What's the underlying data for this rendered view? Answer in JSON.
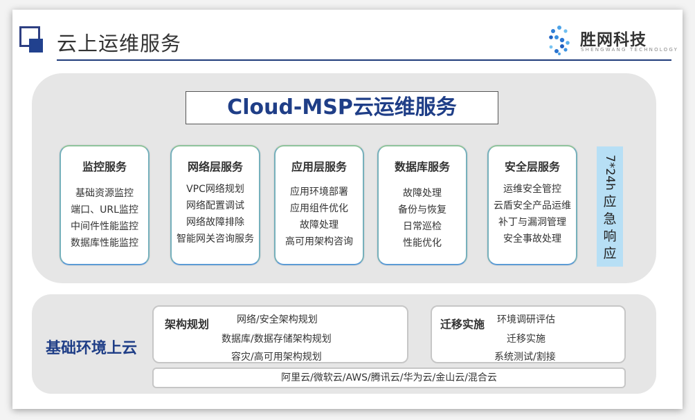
{
  "header": {
    "title": "云上运维服务",
    "logo_name": "胜网科技",
    "logo_subtitle": "SHENGWANG TECHNOLOGY",
    "accent_color": "#1f3e87"
  },
  "top": {
    "banner": "Cloud-MSP云运维服务",
    "services": [
      {
        "title": "监控服务",
        "items": [
          "基础资源监控",
          "端口、URL监控",
          "中间件性能监控",
          "数据库性能监控"
        ]
      },
      {
        "title": "网络层服务",
        "items": [
          "VPC网络规划",
          "网络配置调试",
          "网络故障排除",
          "智能网关咨询服务"
        ]
      },
      {
        "title": "应用层服务",
        "items": [
          "应用环境部署",
          "应用组件优化",
          "故障处理",
          "高可用架构咨询"
        ]
      },
      {
        "title": "数据库服务",
        "items": [
          "故障处理",
          "备份与恢复",
          "日常巡检",
          "性能优化"
        ]
      },
      {
        "title": "安全层服务",
        "items": [
          "运维安全管控",
          "云盾安全产品运维",
          "补丁与漏洞管理",
          "安全事故处理"
        ]
      }
    ],
    "response": [
      "7*24h",
      "应",
      "急",
      "响",
      "应"
    ]
  },
  "bottom": {
    "label": "基础环境上云",
    "architecture": {
      "title": "架构规划",
      "items": [
        "网络/安全架构规划",
        "数据库/数据存储架构规划",
        "容灾/高可用架构规划"
      ]
    },
    "migration": {
      "title": "迁移实施",
      "items": [
        "环境调研评估",
        "迁移实施",
        "系统测试/割接"
      ]
    },
    "clouds": "阿里云/微软云/AWS/腾讯云/华为云/金山云/混合云"
  }
}
